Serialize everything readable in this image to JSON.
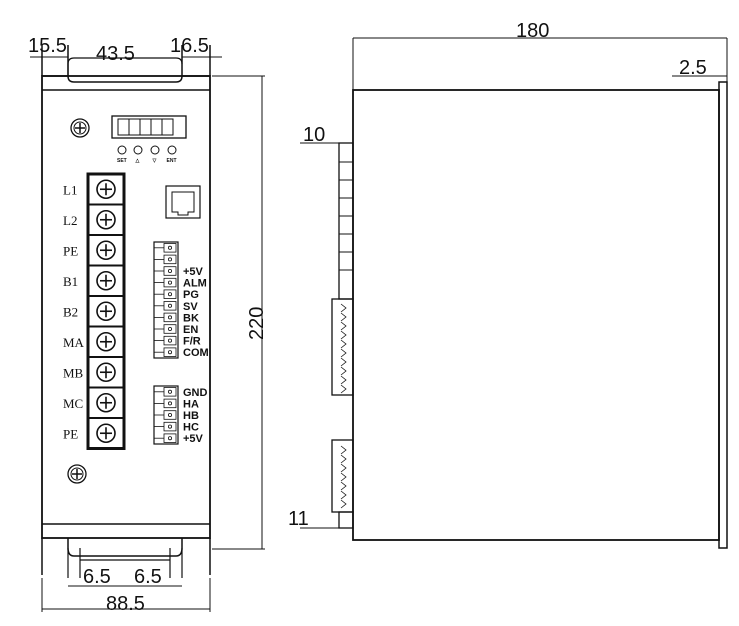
{
  "front_view": {
    "dimensions": {
      "left_offset": "15.5",
      "slot_span": "43.5",
      "right_offset": "16.5",
      "height": "220",
      "bottom_left": "6.5",
      "bottom_right": "6.5",
      "width": "88.5"
    },
    "display_buttons": [
      "SET",
      "△",
      "▽",
      "ENT"
    ],
    "power_terminals": [
      "L1",
      "L2",
      "PE",
      "B1",
      "B2",
      "MA",
      "MB",
      "MC",
      "PE"
    ],
    "control_signals": [
      "+5V",
      "ALM",
      "PG",
      "SV",
      "BK",
      "EN",
      "F/R",
      "COM"
    ],
    "hall_signals": [
      "GND",
      "HA",
      "HB",
      "HC",
      "+5V"
    ]
  },
  "side_view": {
    "dimensions": {
      "depth": "180",
      "flange": "2.5",
      "top_offset": "10",
      "bottom_offset": "11"
    }
  }
}
